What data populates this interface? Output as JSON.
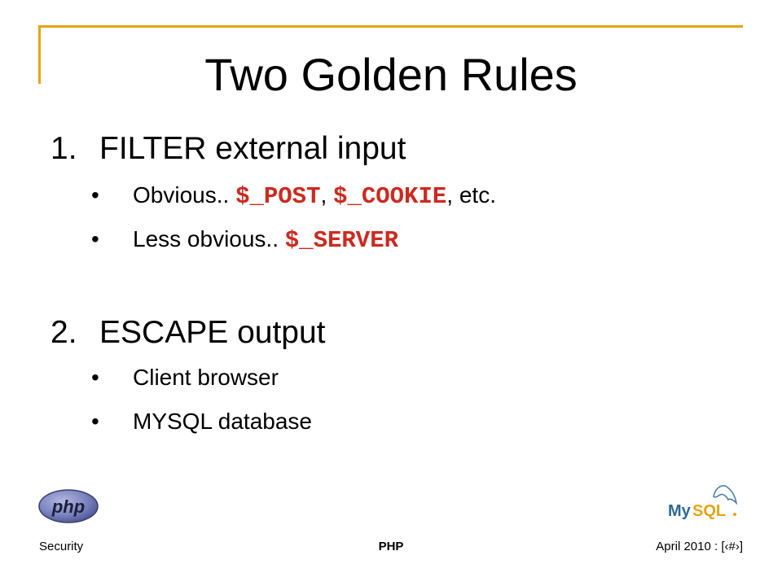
{
  "slide": {
    "title": "Two Golden Rules",
    "items": [
      {
        "number": "1.",
        "label": "FILTER external input",
        "bullets": [
          {
            "prefix": "Obvious.. ",
            "code1": "$_POST",
            "sep": ", ",
            "code2": "$_COOKIE",
            "suffix": ", etc."
          },
          {
            "prefix": "Less obvious.. ",
            "code1": "$_SERVER"
          }
        ]
      },
      {
        "number": "2.",
        "label": "ESCAPE output",
        "bullets": [
          {
            "text": "Client browser"
          },
          {
            "text": "MYSQL database"
          }
        ]
      }
    ],
    "bullet_glyph": "•",
    "code_color": "#cc2a1f",
    "accent_color": "#e8a317"
  },
  "logos": {
    "php": {
      "text": "php"
    },
    "mysql": {
      "text_my": "My",
      "text_sql": "SQL"
    }
  },
  "footer": {
    "left": "Security",
    "center": "PHP",
    "right": "April 2010 : [‹#›]"
  }
}
